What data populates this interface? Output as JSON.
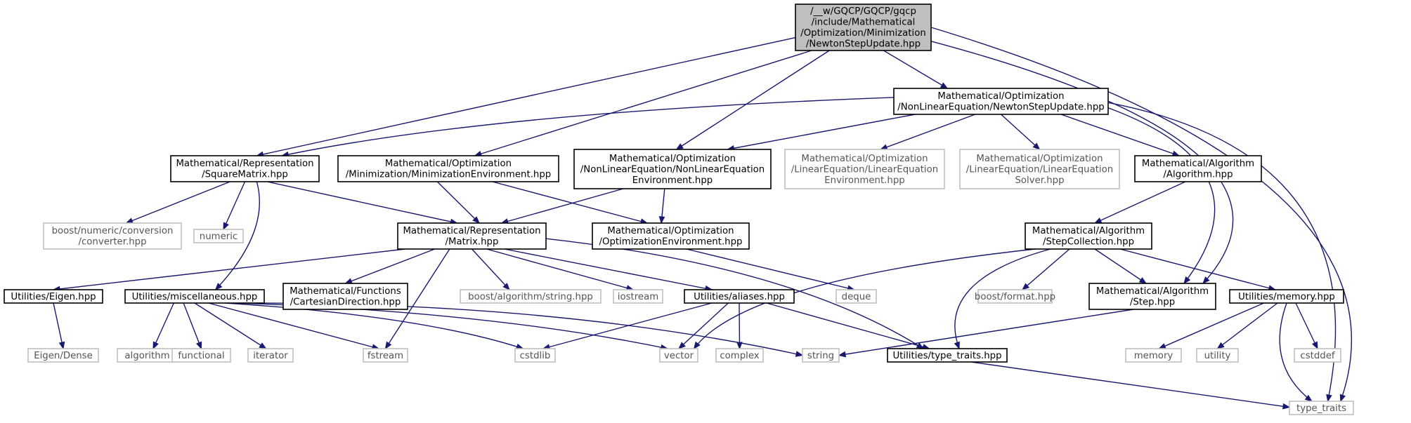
{
  "diagram": {
    "colors": {
      "edge": "#191970",
      "root_fill": "#bfbfbf",
      "local_border": "#000000",
      "external_border": "#bfbfbf",
      "external_text": "#555555"
    },
    "nodes": [
      {
        "id": "root",
        "kind": "root",
        "lines": [
          "/__w/GQCP/GQCP/gqcp",
          "/include/Mathematical",
          "/Optimization/Minimization",
          "/NewtonStepUpdate.hpp"
        ]
      },
      {
        "id": "nle_newton",
        "kind": "local",
        "lines": [
          "Mathematical/Optimization",
          "/NonLinearEquation/NewtonStepUpdate.hpp"
        ]
      },
      {
        "id": "square_matrix",
        "kind": "local",
        "lines": [
          "Mathematical/Representation",
          "/SquareMatrix.hpp"
        ]
      },
      {
        "id": "min_env",
        "kind": "local",
        "lines": [
          "Mathematical/Optimization",
          "/Minimization/MinimizationEnvironment.hpp"
        ]
      },
      {
        "id": "nle_env",
        "kind": "local",
        "lines": [
          "Mathematical/Optimization",
          "/NonLinearEquation/NonLinearEquation",
          "Environment.hpp"
        ]
      },
      {
        "id": "le_env",
        "kind": "external",
        "lines": [
          "Mathematical/Optimization",
          "/LinearEquation/LinearEquation",
          "Environment.hpp"
        ]
      },
      {
        "id": "le_solver",
        "kind": "external",
        "lines": [
          "Mathematical/Optimization",
          "/LinearEquation/LinearEquation",
          "Solver.hpp"
        ]
      },
      {
        "id": "algorithm",
        "kind": "local",
        "lines": [
          "Mathematical/Algorithm",
          "/Algorithm.hpp"
        ]
      },
      {
        "id": "boost_conv",
        "kind": "external",
        "lines": [
          "boost/numeric/conversion",
          "/converter.hpp"
        ]
      },
      {
        "id": "numeric",
        "kind": "external",
        "lines": [
          "numeric"
        ]
      },
      {
        "id": "matrix",
        "kind": "local",
        "lines": [
          "Mathematical/Representation",
          "/Matrix.hpp"
        ]
      },
      {
        "id": "opt_env",
        "kind": "local",
        "lines": [
          "Mathematical/Optimization",
          "/OptimizationEnvironment.hpp"
        ]
      },
      {
        "id": "step_coll",
        "kind": "local",
        "lines": [
          "Mathematical/Algorithm",
          "/StepCollection.hpp"
        ]
      },
      {
        "id": "eigen",
        "kind": "local",
        "lines": [
          "Utilities/Eigen.hpp"
        ]
      },
      {
        "id": "misc",
        "kind": "local",
        "lines": [
          "Utilities/miscellaneous.hpp"
        ]
      },
      {
        "id": "cart_dir",
        "kind": "local",
        "lines": [
          "Mathematical/Functions",
          "/CartesianDirection.hpp"
        ]
      },
      {
        "id": "boost_str",
        "kind": "external",
        "lines": [
          "boost/algorithm/string.hpp"
        ]
      },
      {
        "id": "iostream",
        "kind": "external",
        "lines": [
          "iostream"
        ]
      },
      {
        "id": "aliases",
        "kind": "local",
        "lines": [
          "Utilities/aliases.hpp"
        ]
      },
      {
        "id": "deque",
        "kind": "external",
        "lines": [
          "deque"
        ]
      },
      {
        "id": "boost_fmt",
        "kind": "external",
        "lines": [
          "boost/format.hpp"
        ]
      },
      {
        "id": "step",
        "kind": "local",
        "lines": [
          "Mathematical/Algorithm",
          "/Step.hpp"
        ]
      },
      {
        "id": "memory_hpp",
        "kind": "local",
        "lines": [
          "Utilities/memory.hpp"
        ]
      },
      {
        "id": "eigen_dense",
        "kind": "external",
        "lines": [
          "Eigen/Dense"
        ]
      },
      {
        "id": "algorithm_std",
        "kind": "external",
        "lines": [
          "algorithm"
        ]
      },
      {
        "id": "functional",
        "kind": "external",
        "lines": [
          "functional"
        ]
      },
      {
        "id": "iterator",
        "kind": "external",
        "lines": [
          "iterator"
        ]
      },
      {
        "id": "fstream",
        "kind": "external",
        "lines": [
          "fstream"
        ]
      },
      {
        "id": "cstdlib",
        "kind": "external",
        "lines": [
          "cstdlib"
        ]
      },
      {
        "id": "vector",
        "kind": "external",
        "lines": [
          "vector"
        ]
      },
      {
        "id": "complex",
        "kind": "external",
        "lines": [
          "complex"
        ]
      },
      {
        "id": "string",
        "kind": "external",
        "lines": [
          "string"
        ]
      },
      {
        "id": "type_traits_hpp",
        "kind": "local",
        "lines": [
          "Utilities/type_traits.hpp"
        ]
      },
      {
        "id": "memory",
        "kind": "external",
        "lines": [
          "memory"
        ]
      },
      {
        "id": "utility",
        "kind": "external",
        "lines": [
          "utility"
        ]
      },
      {
        "id": "cstddef",
        "kind": "external",
        "lines": [
          "cstddef"
        ]
      },
      {
        "id": "type_traits",
        "kind": "external",
        "lines": [
          "type_traits"
        ]
      }
    ],
    "edges": [
      [
        "root",
        "nle_newton"
      ],
      [
        "root",
        "square_matrix"
      ],
      [
        "root",
        "min_env"
      ],
      [
        "root",
        "nle_env"
      ],
      [
        "root",
        "step"
      ],
      [
        "root",
        "type_traits"
      ],
      [
        "nle_newton",
        "square_matrix"
      ],
      [
        "nle_newton",
        "nle_env"
      ],
      [
        "nle_newton",
        "le_env"
      ],
      [
        "nle_newton",
        "le_solver"
      ],
      [
        "nle_newton",
        "algorithm"
      ],
      [
        "nle_newton",
        "step"
      ],
      [
        "nle_newton",
        "type_traits"
      ],
      [
        "square_matrix",
        "boost_conv"
      ],
      [
        "square_matrix",
        "numeric"
      ],
      [
        "square_matrix",
        "matrix"
      ],
      [
        "square_matrix",
        "misc"
      ],
      [
        "min_env",
        "matrix"
      ],
      [
        "min_env",
        "opt_env"
      ],
      [
        "nle_env",
        "matrix"
      ],
      [
        "nle_env",
        "opt_env"
      ],
      [
        "algorithm",
        "step_coll"
      ],
      [
        "matrix",
        "eigen"
      ],
      [
        "matrix",
        "cart_dir"
      ],
      [
        "matrix",
        "boost_str"
      ],
      [
        "matrix",
        "iostream"
      ],
      [
        "matrix",
        "aliases"
      ],
      [
        "matrix",
        "fstream"
      ],
      [
        "matrix",
        "type_traits_hpp"
      ],
      [
        "opt_env",
        "deque"
      ],
      [
        "step_coll",
        "boost_fmt"
      ],
      [
        "step_coll",
        "step"
      ],
      [
        "step_coll",
        "memory_hpp"
      ],
      [
        "step_coll",
        "vector"
      ],
      [
        "step_coll",
        "type_traits_hpp"
      ],
      [
        "eigen",
        "eigen_dense"
      ],
      [
        "misc",
        "algorithm_std"
      ],
      [
        "misc",
        "functional"
      ],
      [
        "misc",
        "iterator"
      ],
      [
        "misc",
        "fstream"
      ],
      [
        "misc",
        "cstdlib"
      ],
      [
        "misc",
        "vector"
      ],
      [
        "misc",
        "string"
      ],
      [
        "aliases",
        "cstdlib"
      ],
      [
        "aliases",
        "vector"
      ],
      [
        "aliases",
        "complex"
      ],
      [
        "aliases",
        "type_traits_hpp"
      ],
      [
        "step",
        "string"
      ],
      [
        "memory_hpp",
        "memory"
      ],
      [
        "memory_hpp",
        "utility"
      ],
      [
        "memory_hpp",
        "cstddef"
      ],
      [
        "memory_hpp",
        "type_traits"
      ],
      [
        "type_traits_hpp",
        "type_traits"
      ]
    ]
  }
}
